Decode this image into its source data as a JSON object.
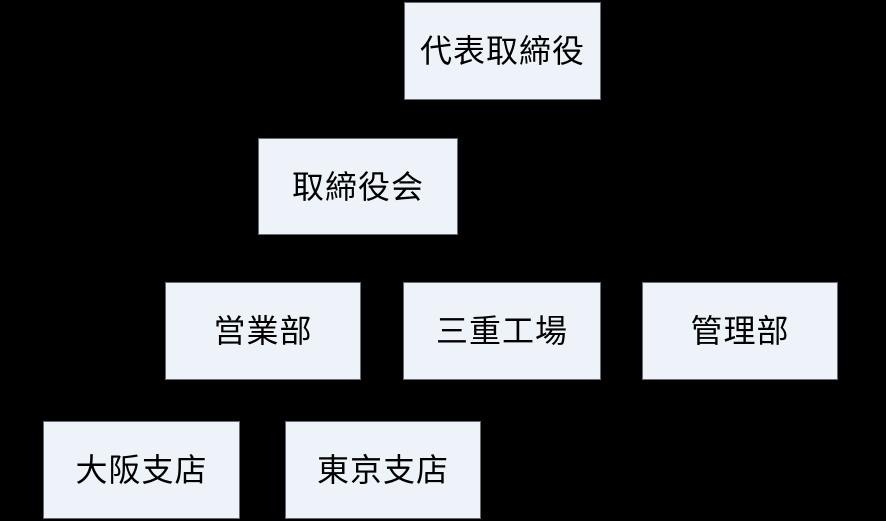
{
  "diagram": {
    "type": "org-chart",
    "nodes": [
      {
        "id": "representative-director",
        "label": "代表取締役",
        "row": 1
      },
      {
        "id": "board-of-directors",
        "label": "取締役会",
        "row": 2
      },
      {
        "id": "sales-department",
        "label": "営業部",
        "row": 3
      },
      {
        "id": "mie-factory",
        "label": "三重工場",
        "row": 3
      },
      {
        "id": "administration-department",
        "label": "管理部",
        "row": 3
      },
      {
        "id": "osaka-branch",
        "label": "大阪支店",
        "row": 4
      },
      {
        "id": "tokyo-branch",
        "label": "東京支店",
        "row": 4
      }
    ],
    "colors": {
      "background": "#000000",
      "node_fill": "#edf3f8",
      "node_border": "#656b71",
      "node_text": "#000000"
    }
  }
}
